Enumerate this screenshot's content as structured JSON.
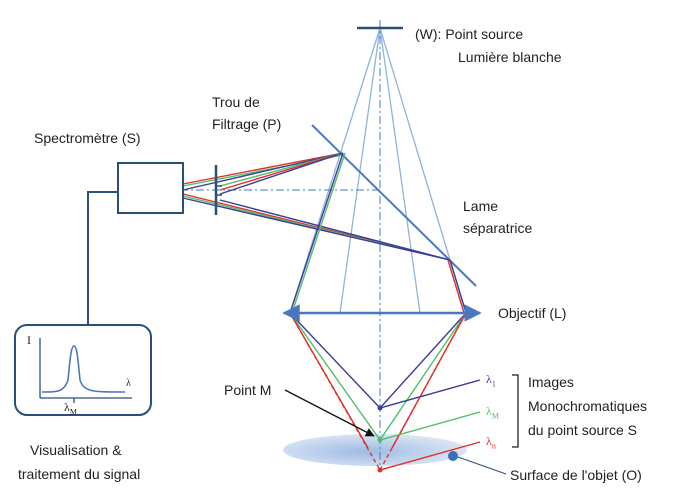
{
  "labels": {
    "white_source": "(W): Point source",
    "white_light": "Lumière blanche",
    "filter_line1": "Trou de",
    "filter_line2": "Filtrage (P)",
    "spectrometer": "Spectromètre (S)",
    "beamsplitter_line1": "Lame",
    "beamsplitter_line2": "séparatrice",
    "objective": "Objectif (L)",
    "point_m": "Point M",
    "images_line1": "Images",
    "images_line2": "Monochromatiques",
    "images_line3": "du point source S",
    "surface": "Surface de l'objet (O)",
    "signal_line1": "Visualisation &",
    "signal_line2": "traitement du signal"
  },
  "graph": {
    "y_axis": "I",
    "x_axis": "λ",
    "peak_label": "λ",
    "peak_sub": "M"
  },
  "wavelengths": [
    {
      "symbol": "λ",
      "sub": "1",
      "color": "#3c3c9a"
    },
    {
      "symbol": "λ",
      "sub": "M",
      "color": "#4fbf6a"
    },
    {
      "symbol": "λ",
      "sub": "n",
      "color": "#e0302a"
    }
  ],
  "colors": {
    "optics": "#4a78c0",
    "optics_light": "#8fb4de",
    "box": "#2b4f7c",
    "surface": "#a9c4e6"
  }
}
